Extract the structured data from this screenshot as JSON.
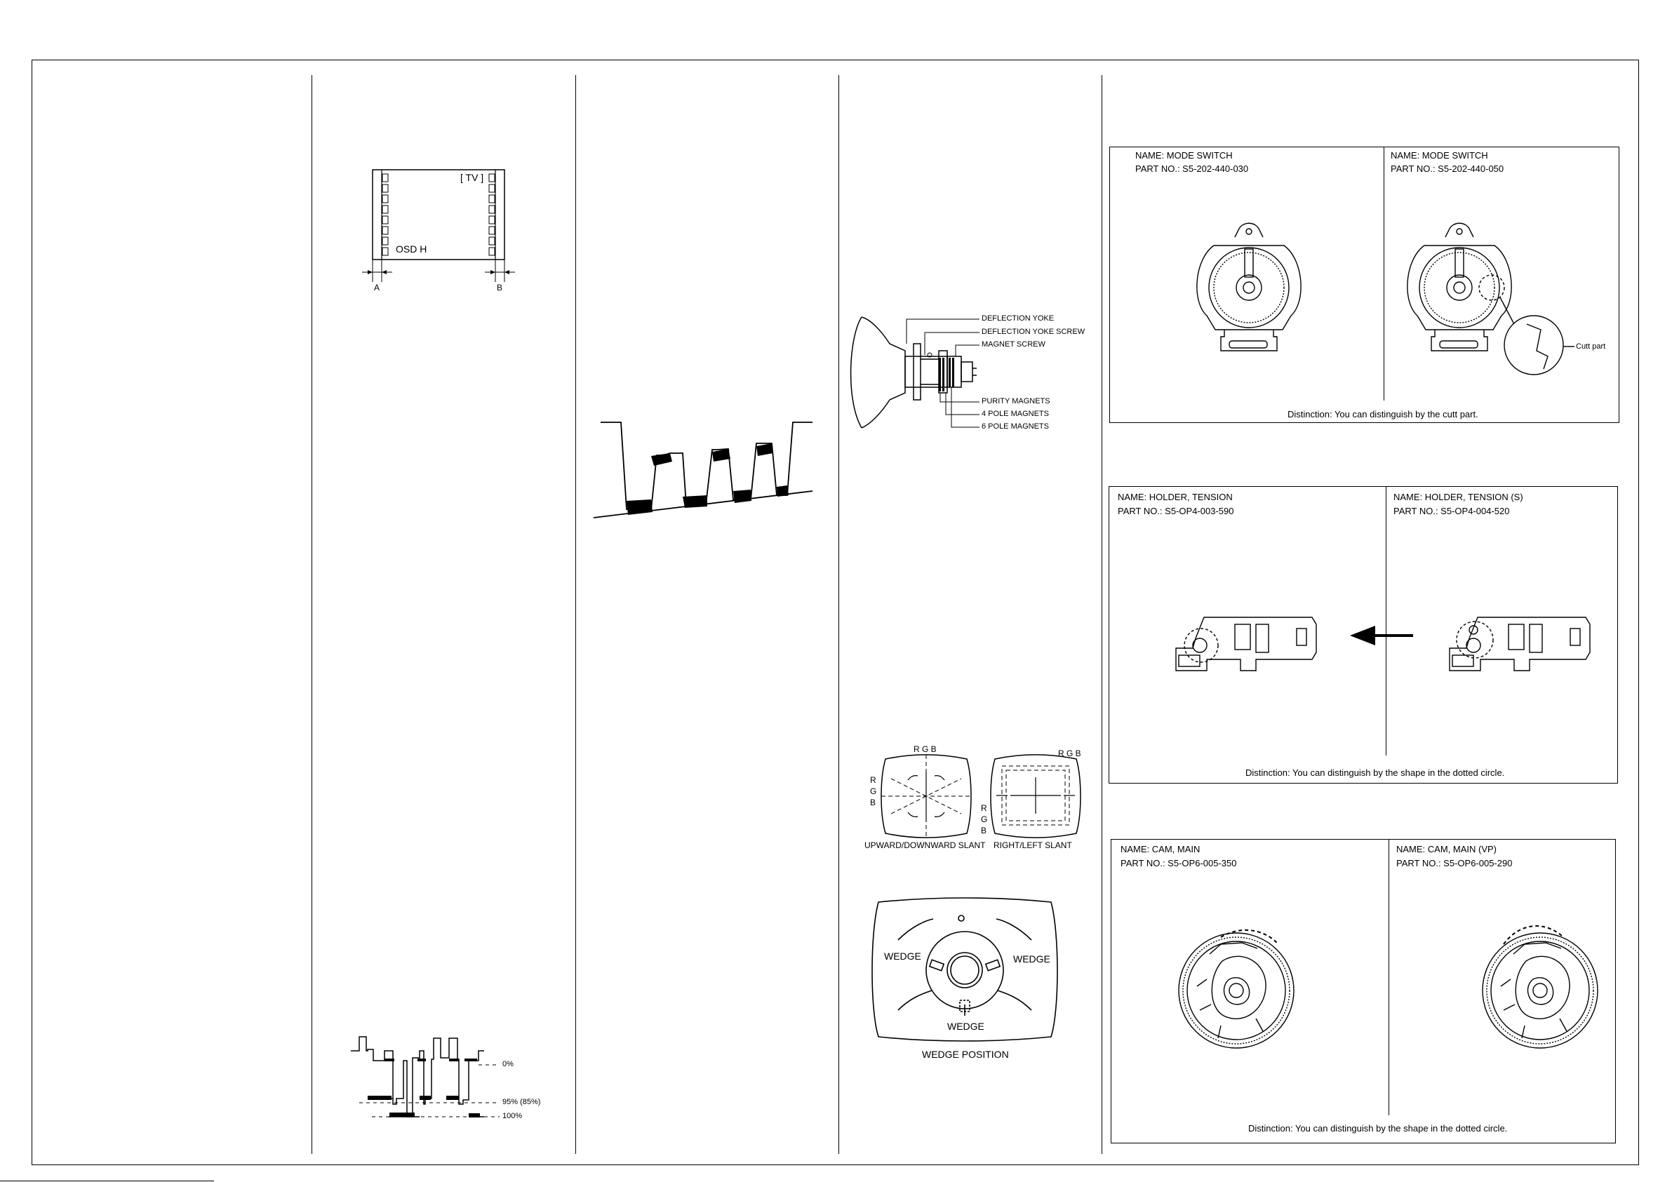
{
  "osd_figure": {
    "tv_label": "[ TV ]",
    "osd_label": "OSD H",
    "left_marker": "A",
    "right_marker": "B"
  },
  "waveform_levels": {
    "level_0": "0%",
    "level_95": "95% (85%)",
    "level_100": "100%"
  },
  "crt_figure": {
    "deflection_yoke": "DEFLECTION YOKE",
    "deflection_yoke_screw": "DEFLECTION YOKE SCREW",
    "magnet_screw": "MAGNET SCREW",
    "purity_magnets": "PURITY MAGNETS",
    "four_pole_magnets": "4 POLE MAGNETS",
    "six_pole_magnets": "6 POLE MAGNETS"
  },
  "convergence_figure": {
    "rgb_top_left": "R G B",
    "rgb_side_r": "R",
    "rgb_side_g": "G",
    "rgb_side_b": "B",
    "rgb_top_right": "R G B",
    "rgb_side2_r": "R",
    "rgb_side2_g": "G",
    "rgb_side2_b": "B",
    "updown_caption": "UPWARD/DOWNWARD SLANT",
    "rightleft_caption": "RIGHT/LEFT SLANT"
  },
  "wedge_figure": {
    "wedge_left": "WEDGE",
    "wedge_right": "WEDGE",
    "wedge_bottom": "WEDGE",
    "caption": "WEDGE POSITION"
  },
  "parts": [
    {
      "left_name": "NAME: MODE SWITCH",
      "left_part": "PART NO.: S5-202-440-030",
      "right_name": "NAME: MODE SWITCH",
      "right_part": "PART NO.: S5-202-440-050",
      "callout": "Cutt part",
      "distinction": "Distinction: You can distinguish by the cutt part."
    },
    {
      "left_name": "NAME: HOLDER, TENSION",
      "left_part": "PART NO.: S5-OP4-003-590",
      "right_name": "NAME: HOLDER, TENSION (S)",
      "right_part": "PART NO.: S5-OP4-004-520",
      "distinction": "Distinction: You can distinguish by the shape in the dotted circle."
    },
    {
      "left_name": "NAME: CAM, MAIN",
      "left_part": "PART NO.: S5-OP6-005-350",
      "right_name": "NAME: CAM, MAIN (VP)",
      "right_part": "PART NO.: S5-OP6-005-290",
      "distinction": "Distinction: You can distinguish by the shape in the dotted circle."
    }
  ]
}
